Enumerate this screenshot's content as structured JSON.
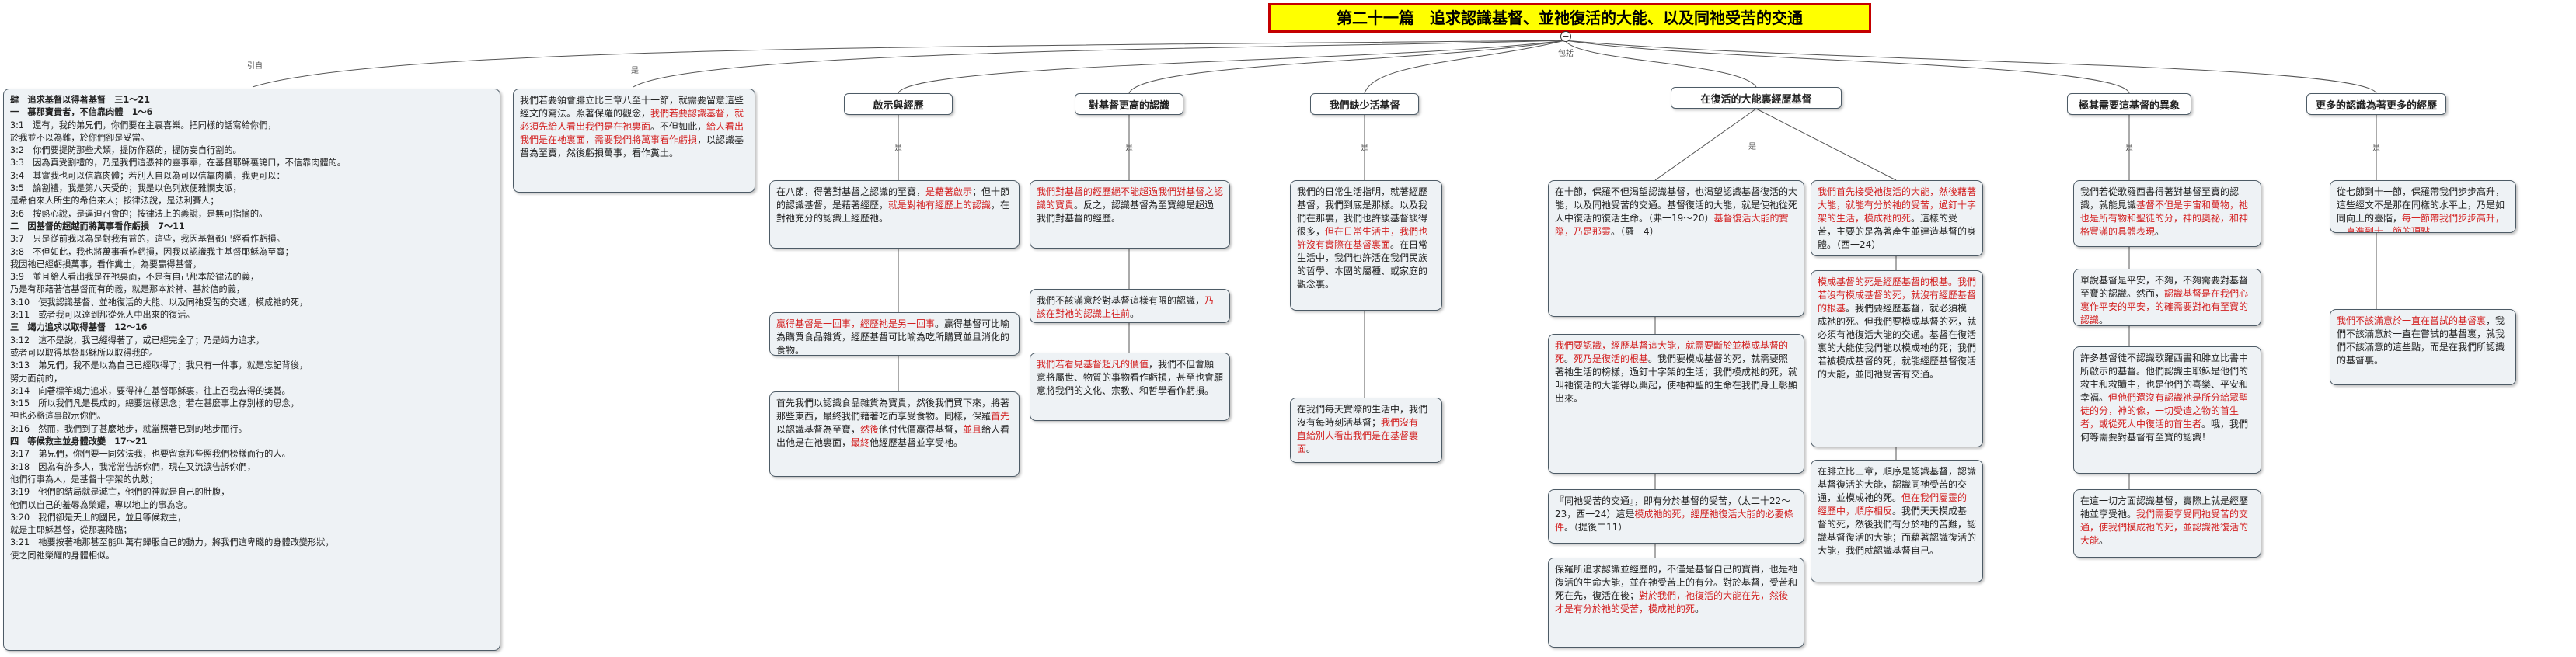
{
  "title": "第二十一篇　追求認識基督、並祂復活的大能、以及同祂受苦的交通",
  "labels": {
    "cite": "引自",
    "is": "是",
    "contains": "包括"
  },
  "left_outline": [
    {
      "t": "肆　追求基督以得著基督　三1～21",
      "cls": "b"
    },
    {
      "t": "一　慕那寶貴者，不信靠肉體　1～6",
      "cls": "b"
    },
    {
      "t": "3:1　還有，我的弟兄們，你們要在主裏喜樂。把同樣的話寫給你們，"
    },
    {
      "t": "於我並不以為難，於你們卻是妥當。"
    },
    {
      "t": "3:2　你們要提防那些犬類，提防作惡的，提防妄自行割的。"
    },
    {
      "t": "3:3　因為真受割禮的，乃是我們這憑神的靈事奉，在基督耶穌裏誇口，不信靠肉體的。"
    },
    {
      "t": "3:4　其實我也可以信靠肉體；若別人自以為可以信靠肉體，我更可以："
    },
    {
      "t": "3:5　論割禮，我是第八天受的；我是以色列族便雅憫支派，"
    },
    {
      "t": "是希伯來人所生的希伯來人；按律法說，是法利賽人；"
    },
    {
      "t": "3:6　按熱心說，是逼迫召會的；按律法上的義說，是無可指摘的。"
    },
    {
      "t": "二　因基督的超越而將萬事看作虧損　7～11",
      "cls": "b"
    },
    {
      "t": "3:7　只是從前我以為是對我有益的，這些，我因基督都已經看作虧損。"
    },
    {
      "t": "3:8　不但如此，我也將萬事看作虧損，因我以認識我主基督耶穌為至寶；"
    },
    {
      "t": "我因祂已經虧損萬事，看作糞土，為要贏得基督，"
    },
    {
      "t": "3:9　並且給人看出我是在祂裏面，不是有自己那本於律法的義，"
    },
    {
      "t": "乃是有那藉著信基督而有的義，就是那本於神、基於信的義，"
    },
    {
      "t": "3:10　使我認識基督、並祂復活的大能、以及同祂受苦的交通，模成祂的死，"
    },
    {
      "t": "3:11　或者我可以達到那從死人中出來的復活。"
    },
    {
      "t": "三　竭力追求以取得基督　12～16",
      "cls": "b"
    },
    {
      "t": "3:12　這不是說，我已經得著了，或已經完全了；乃是竭力追求，"
    },
    {
      "t": "或者可以取得基督耶穌所以取得我的。"
    },
    {
      "t": "3:13　弟兄們，我不是以為自己已經取得了；我只有一件事，就是忘記背後，"
    },
    {
      "t": "努力面前的，"
    },
    {
      "t": "3:14　向著標竿竭力追求，要得神在基督耶穌裏，往上召我去得的獎賞。"
    },
    {
      "t": "3:15　所以我們凡是長成的，總要這樣思念；若在甚麼事上存別樣的思念，"
    },
    {
      "t": "神也必將這事啟示你們。"
    },
    {
      "t": "3:16　然而，我們到了甚麼地步，就當照著已到的地步而行。"
    },
    {
      "t": "四　等候救主並身體改變　17～21",
      "cls": "b"
    },
    {
      "t": "3:17　弟兄們，你們要一同效法我，也要留意那些照我們榜樣而行的人。"
    },
    {
      "t": "3:18　因為有許多人，我常常告訴你們，現在又流淚告訴你們，"
    },
    {
      "t": "他們行事為人，是基督十字架的仇敵；"
    },
    {
      "t": "3:19　他們的結局就是滅亡，他們的神就是自己的肚腹，"
    },
    {
      "t": "他們以自己的羞辱為榮耀，專以地上的事為念。"
    },
    {
      "t": "3:20　我們卻是天上的國民，並且等候救主，"
    },
    {
      "t": "就是主耶穌基督，從那裏降臨；"
    },
    {
      "t": "3:21　祂要按著祂那甚至能叫萬有歸服自己的動力，將我們這卑賤的身體改變形狀，"
    },
    {
      "t": "使之同祂榮耀的身體相似。"
    }
  ],
  "intro": {
    "segments": [
      {
        "t": "我們若要領會腓立比三章八至十一節，就需要留意這些經文的寫法。照著保羅的觀念，"
      },
      {
        "t": "我們若要認識基督，就必須先給人看出我們是在祂裏面",
        "cls": "red"
      },
      {
        "t": "。不但如此，"
      },
      {
        "t": "給人看出我們是在祂裏面，需要我們將萬事看作虧損",
        "cls": "red"
      },
      {
        "t": "，以認識基督為至寶，然後虧損萬事，看作糞土。"
      }
    ]
  },
  "columns": [
    {
      "heading": "啟示與經歷",
      "boxes": [
        [
          {
            "t": "在八節，得著對基督之認識的至寶，"
          },
          {
            "t": "是藉著啟示",
            "cls": "red"
          },
          {
            "t": "；但十節的認識基督，是藉著經歷，"
          },
          {
            "t": "就是對祂有經歷上的認識",
            "cls": "red"
          },
          {
            "t": "，在對祂充分的認識上經歷祂。"
          }
        ],
        [
          {
            "t": "贏得基督是一回事，經歷祂是另一回事",
            "cls": "red"
          },
          {
            "t": "。贏得基督可比喻為購買食品雜貨，經歷基督可比喻為吃所購買並且消化的食物。"
          }
        ],
        [
          {
            "t": "首先我們以認識食品雜貨為寶貴，然後我們買下來，將著那些東西，最終我們藉著吃而享受食物。同樣，保羅"
          },
          {
            "t": "首先",
            "cls": "red"
          },
          {
            "t": "以認識基督為至寶，"
          },
          {
            "t": "然後",
            "cls": "red"
          },
          {
            "t": "他付代價贏得基督，"
          },
          {
            "t": "並且",
            "cls": "red"
          },
          {
            "t": "給人看出他是在祂裏面，"
          },
          {
            "t": "最終",
            "cls": "red"
          },
          {
            "t": "他經歷基督並享受祂。"
          }
        ]
      ]
    },
    {
      "heading": "對基督更高的認識",
      "boxes": [
        [
          {
            "t": "我們對基督的經歷絕不能超過我們對基督之認識的寶貴",
            "cls": "red"
          },
          {
            "t": "。反之，認識基督為至寶總是超過我們對基督的經歷。"
          }
        ],
        [
          {
            "t": "我們不該滿意於對基督這樣有限的認識，"
          },
          {
            "t": "乃該在對祂的認識上往前",
            "cls": "red"
          },
          {
            "t": "。"
          }
        ],
        [
          {
            "t": "我們若看見基督超凡的價值",
            "cls": "red"
          },
          {
            "t": "，我們不但會願意將屬世、物質的事物看作虧損，甚至也會願意將我們的文化、宗教、和哲學看作虧損。"
          }
        ]
      ]
    },
    {
      "heading": "我們缺少活基督",
      "boxes": [
        [
          {
            "t": "我們的日常生活指明，就著經歷基督，我們到底是那樣。以及我們在那裏，我們也許談基督談得很多，"
          },
          {
            "t": "但在日常生活中，我們也許沒有實際在基督裏面",
            "cls": "red"
          },
          {
            "t": "。在日常生活中，我們也許活在我們民族的哲學、本國的屬種、或家庭的觀念裏。"
          }
        ],
        [
          {
            "t": "在我們每天實際的生活中，我們沒有每時刻活基督；"
          },
          {
            "t": "我們沒有一直給別人看出我們是在基督裏面",
            "cls": "red"
          },
          {
            "t": "。"
          }
        ]
      ]
    },
    {
      "heading": "在復活的大能裏經歷基督",
      "boxes": [
        [
          {
            "t": "在十節，保羅不但渴望認識基督，也渴望認識基督復活的大能，以及同祂受苦的交通。基督復活的大能，就是使祂從死人中復活的復活生命。（弗一19～20）"
          },
          {
            "t": "基督復活大能的實際，乃是那靈",
            "cls": "red"
          },
          {
            "t": "。（羅一4）"
          }
        ],
        [
          {
            "t": "我們要認識，經歷基督這大能，就需要斷於並模成基督的死",
            "cls": "red"
          },
          {
            "t": "。"
          },
          {
            "t": "死乃是復活的根基",
            "cls": "red"
          },
          {
            "t": "。我們要模成基督的死，就需要照著祂生活的榜樣，過釘十字架的生活；我們模成祂的死，就叫祂復活的大能得以興起，使祂神聖的生命在我們身上彰顯出來。"
          }
        ],
        [
          {
            "t": "『同祂受苦的交通』，即有分於基督的受苦，（太二十22～23，西一24）這是"
          },
          {
            "t": "模成祂的死，經歷祂復活大能的必要條件",
            "cls": "red"
          },
          {
            "t": "。（提後二11）"
          }
        ],
        [
          {
            "t": "保羅所追求認識並經歷的，不僅是基督自己的寶貴，也是祂復活的生命大能，並在祂受苦上的有分。對於基督，受苦和死在先，復活在後；"
          },
          {
            "t": "對於我們，祂復活的大能在先，然後才是有分於祂的受苦，模成祂的死",
            "cls": "red"
          },
          {
            "t": "。"
          }
        ]
      ]
    },
    {
      "heading": "",
      "boxes": [
        [
          {
            "t": "我們首先接受祂復活的大能，然後藉著大能，就能有分於祂的受苦，過釘十字架的生活，模成祂的死",
            "cls": "red"
          },
          {
            "t": "。這樣的受苦，主要的是為著產生並建造基督的身體。（西一24）"
          }
        ],
        [
          {
            "t": "模成基督的死是經歷基督的根基。我們若沒有模成基督的死，就沒有經歷基督的根基",
            "cls": "red"
          },
          {
            "t": "。我們要經歷基督，就必須模成祂的死。但我們要模成基督的死，就必須有祂復活大能的交通。基督在復活裏的大能使我們能以模成祂的死；我們若被模成基督的死，就能經歷基督復活的大能，並同祂受苦有交通。"
          }
        ],
        [
          {
            "t": "在腓立比三章，順序是認識基督，認識基督復活的大能，認識同祂受苦的交通，並模成祂的死。"
          },
          {
            "t": "但在我們屬靈的經歷中，順序相反",
            "cls": "red"
          },
          {
            "t": "。我們天天模成基督的死，然後我們有分於祂的苦難，認識基督復活的大能；而藉著認識復活的大能，我們就認識基督自己。"
          }
        ]
      ]
    },
    {
      "heading": "極其需要這基督的異象",
      "boxes": [
        [
          {
            "t": "我們若從歌羅西書得著對基督至寶的認識，就能見識"
          },
          {
            "t": "基督不但是宇宙和萬物，祂也是所有物和聖徒的分，神的奧祕，和神格豐滿的具體表現",
            "cls": "red"
          },
          {
            "t": "。"
          }
        ],
        [
          {
            "t": "單說基督是平安，不夠，不夠需要對基督至寶的認識。然而，"
          },
          {
            "t": "認識基督是在我們心裏作平安的平安，的確需要對祂有至寶的認識",
            "cls": "red"
          },
          {
            "t": "。"
          }
        ],
        [
          {
            "t": "許多基督徒不認識歌羅西書和腓立比書中所啟示的基督。他們認識主耶穌是他們的救主和救贖主，也是他們的喜樂、平安和幸福。"
          },
          {
            "t": "但他們還沒有認識祂是所分給眾聖徒的分，神的像，一切受造之物的首生者，或從死人中復活的首生者",
            "cls": "red"
          },
          {
            "t": "。哦，我們何等需要對基督有至寶的認識！"
          }
        ],
        [
          {
            "t": "在這一切方面認識基督，實際上就是經歷祂並享受祂。"
          },
          {
            "t": "我們需要享受同祂受苦的交通，使我們模成祂的死，並認識祂復活的大能",
            "cls": "red"
          },
          {
            "t": "。"
          }
        ]
      ]
    },
    {
      "heading": "更多的認識為著更多的經歷",
      "boxes": [
        [
          {
            "t": "從七節到十一節，保羅帶我們步步高升，這些經文不是那在同樣的水平上，乃是如同向上的臺階，"
          },
          {
            "t": "每一節帶我們步步高升，一直進到十一節的頂點",
            "cls": "red"
          },
          {
            "t": "。"
          }
        ],
        [
          {
            "t": "我們不該滿意於一直在嘗試的基督裏",
            "cls": "red"
          },
          {
            "t": "，我們不該滿意於一直在嘗試的基督裏，就我們不該滿意的這些點，而是在我們所認識的基督裏。"
          }
        ]
      ]
    }
  ]
}
